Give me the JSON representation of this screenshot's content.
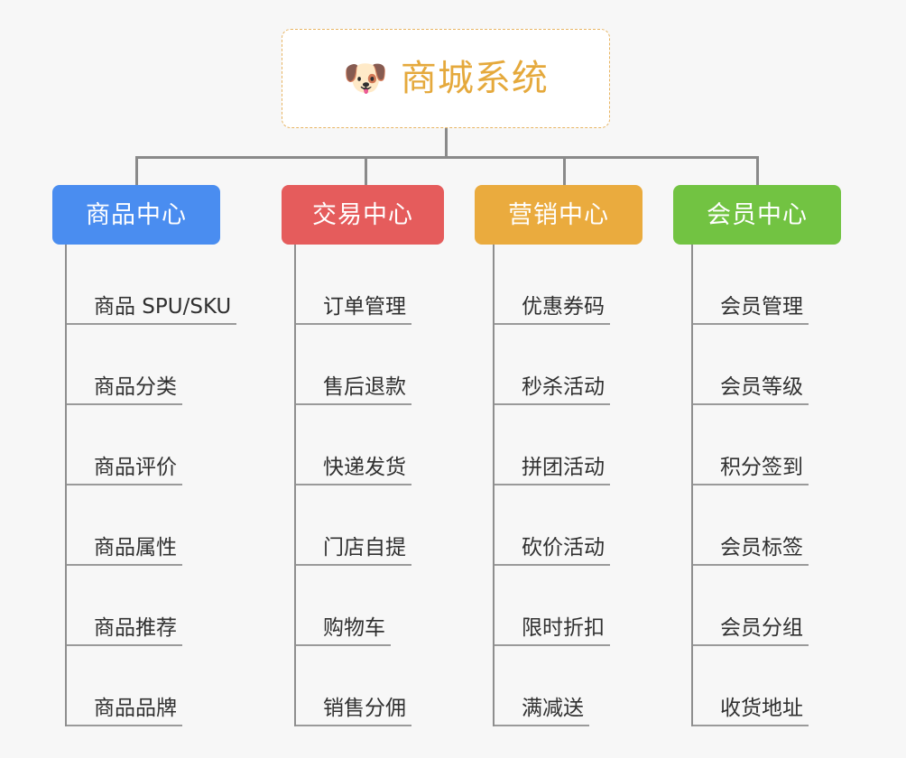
{
  "diagram": {
    "type": "org-chart",
    "background_color": "#f7f7f7",
    "root": {
      "icon": "dog-face-icon",
      "icon_glyph": "🐶",
      "title": "商城系统",
      "title_color": "#e5a93c",
      "border_color": "#e8b563",
      "border_style": "dashed"
    },
    "connector_color": "#8a8a8a",
    "branches": [
      {
        "id": "product-center",
        "label": "商品中心",
        "color": "#4a8df0",
        "color_name": "blue",
        "items": [
          "商品 SPU/SKU",
          "商品分类",
          "商品评价",
          "商品属性",
          "商品推荐",
          "商品品牌"
        ]
      },
      {
        "id": "trade-center",
        "label": "交易中心",
        "color": "#e55c5c",
        "color_name": "red",
        "items": [
          "订单管理",
          "售后退款",
          "快递发货",
          "门店自提",
          "购物车",
          "销售分佣"
        ]
      },
      {
        "id": "marketing-center",
        "label": "营销中心",
        "color": "#eaab3e",
        "color_name": "orange",
        "items": [
          "优惠券码",
          "秒杀活动",
          "拼团活动",
          "砍价活动",
          "限时折扣",
          "满减送"
        ]
      },
      {
        "id": "member-center",
        "label": "会员中心",
        "color": "#72c342",
        "color_name": "green",
        "items": [
          "会员管理",
          "会员等级",
          "积分签到",
          "会员标签",
          "会员分组",
          "收货地址"
        ]
      }
    ]
  }
}
